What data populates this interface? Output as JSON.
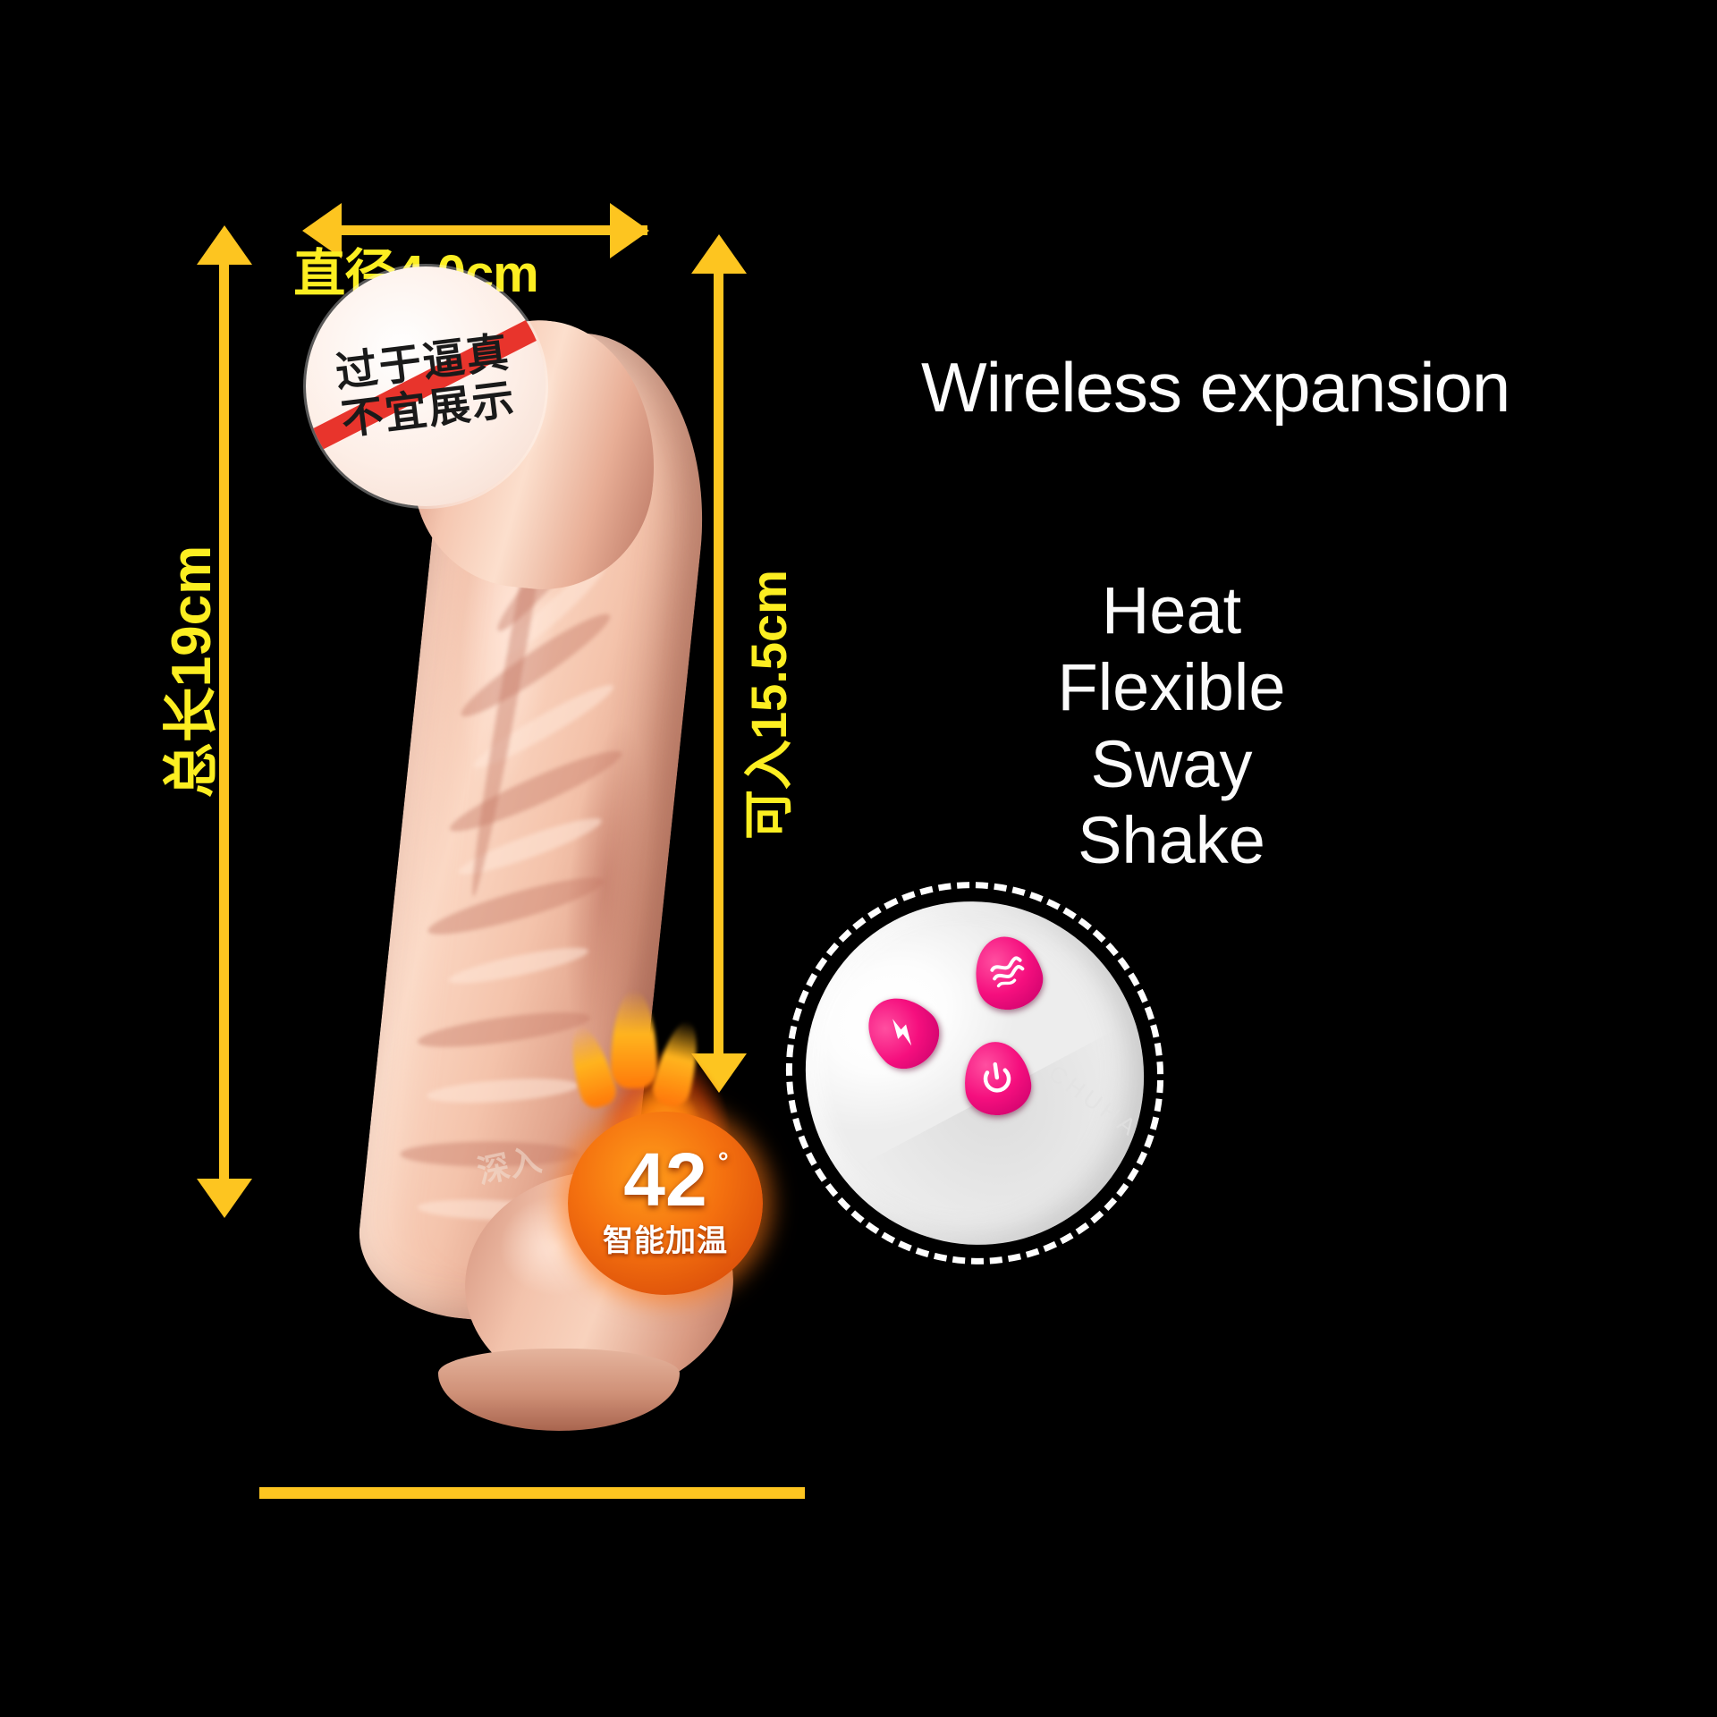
{
  "page": {
    "background_color": "#000000",
    "accent_arrow_color": "#FDC520",
    "label_text_color": "#FCEE21",
    "text_color": "#FFFFFF"
  },
  "dimensions": {
    "diameter_label": "直径4.0cm",
    "total_length_label": "总长19cm",
    "insertable_length_label": "可入15.5cm"
  },
  "censor_badge": {
    "line1": "过于逼真",
    "line2": "不宜展示"
  },
  "heat_badge": {
    "temperature": "42",
    "degree_symbol": "°",
    "caption": "智能加温",
    "side_text": "深入",
    "glow_color": "#FF7A14"
  },
  "marketing": {
    "headline": "Wireless expansion",
    "features": [
      "Heat",
      "Flexible",
      "Sway",
      "Shake"
    ]
  },
  "remote": {
    "brand": "CHUHA",
    "button_color": "#F50F7E",
    "buttons": [
      {
        "name": "wave-mode-button",
        "icon": "wave-icon"
      },
      {
        "name": "vibration-mode-button",
        "icon": "lightning-bolt-icon"
      },
      {
        "name": "power-button",
        "icon": "power-icon"
      }
    ]
  }
}
